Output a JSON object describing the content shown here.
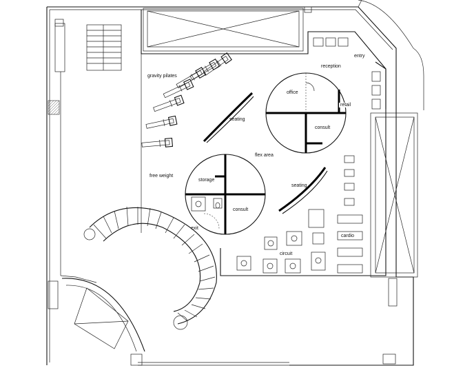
{
  "labels": {
    "reception": "reception",
    "entry": "entry",
    "gravity_pilates": "gravity pilates",
    "office": "office",
    "retail": "retail",
    "consult_upper": "consult",
    "seating_upper": "seating",
    "flex_area": "flex area",
    "free_weight": "free weight",
    "storage": "storage",
    "consult_lower": "consult",
    "seating_lower": "seating",
    "cardio": "cardio",
    "circuit": "circuit",
    "exit": "exit"
  }
}
